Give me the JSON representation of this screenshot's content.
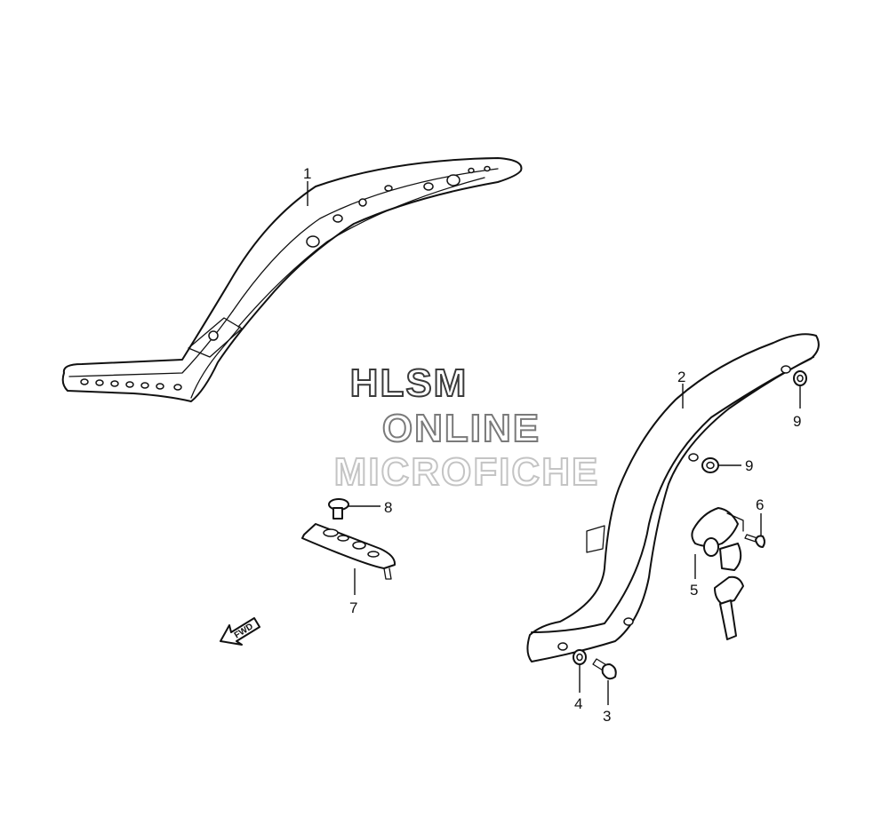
{
  "diagram": {
    "callouts": {
      "c1": "1",
      "c2": "2",
      "c3": "3",
      "c4": "4",
      "c5": "5",
      "c6": "6",
      "c7": "7",
      "c8": "8",
      "c9a": "9",
      "c9b": "9"
    },
    "fwd_label": "FWD"
  },
  "watermark": {
    "line1": "HLSM",
    "line2": "ONLINE",
    "line3": "MICROFICHE"
  }
}
